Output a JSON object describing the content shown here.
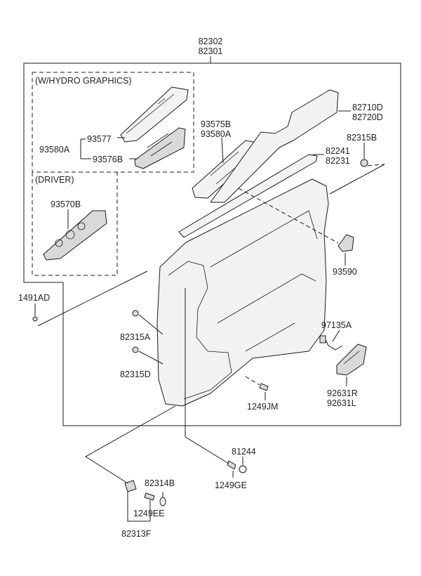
{
  "group_labels": {
    "hydro": "(W/HYDRO GRAPHICS)",
    "driver": "(DRIVER)"
  },
  "parts": {
    "p82302": "82302",
    "p82301": "82301",
    "p93577": "93577",
    "p93580A_a": "93580A",
    "p93576B": "93576B",
    "p93570B": "93570B",
    "p93575B": "93575B",
    "p93580A_b": "93580A",
    "p82710D": "82710D",
    "p82720D": "82720D",
    "p82315B": "82315B",
    "p82241": "82241",
    "p82231": "82231",
    "p93590": "93590",
    "p1491AD": "1491AD",
    "p82315A": "82315A",
    "p82315D": "82315D",
    "p97135A": "97135A",
    "p1249JM": "1249JM",
    "p92631R": "92631R",
    "p92631L": "92631L",
    "p81244": "81244",
    "p1249GE": "1249GE",
    "p82314B": "82314B",
    "p1249EE": "1249EE",
    "p82313F": "82313F"
  }
}
